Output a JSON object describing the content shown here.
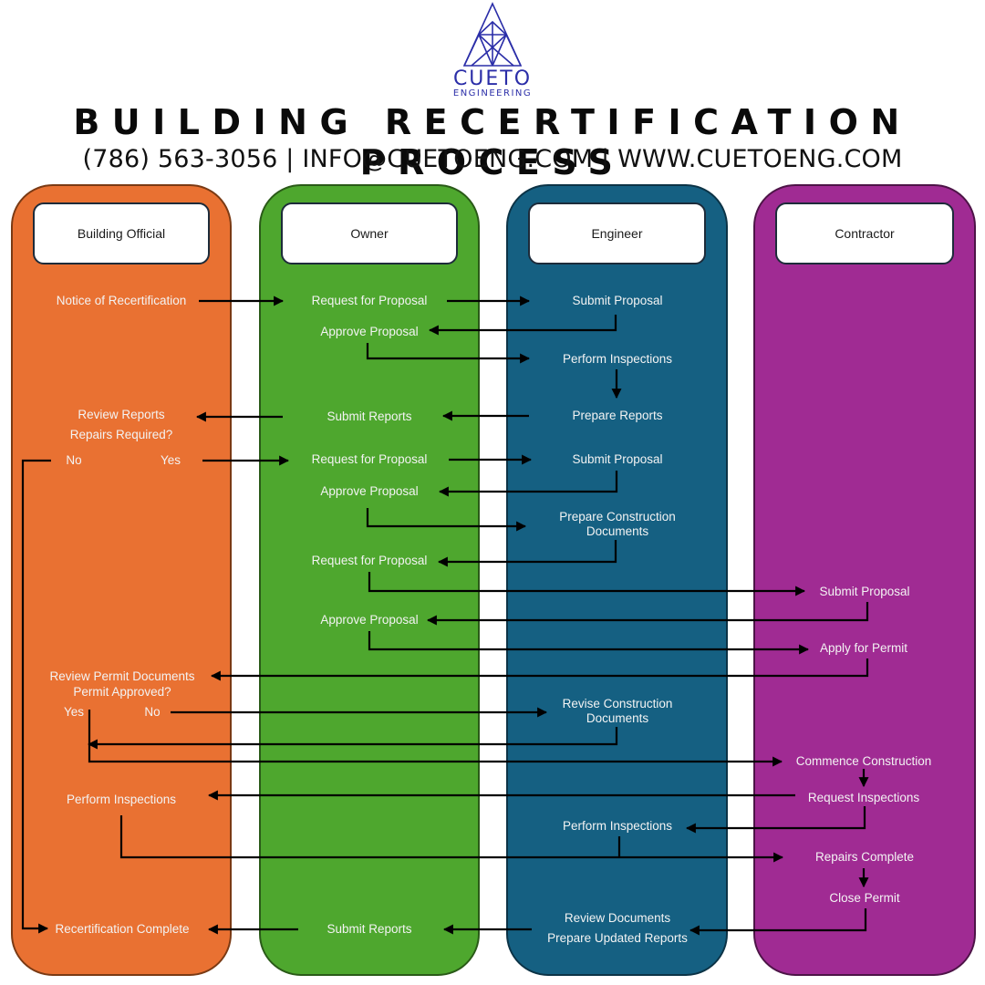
{
  "brand": {
    "logo_icon": "triangle-cube-icon",
    "name": "CUETO",
    "sub": "ENGINEERING",
    "color": "#2b2ea8"
  },
  "title": "BUILDING RECERTIFICATION PROCESS",
  "contact": "(786) 563-3056 | INFO@CUETOENG.COM | WWW.CUETOENG.COM",
  "lanes": [
    {
      "name": "Building Official",
      "color": "#e97132",
      "border": "#7a3a14"
    },
    {
      "name": "Owner",
      "color": "#4ea72e",
      "border": "#2a5a18"
    },
    {
      "name": "Engineer",
      "color": "#156082",
      "border": "#0c3346"
    },
    {
      "name": "Contractor",
      "color": "#a02b93",
      "border": "#4d1447"
    }
  ],
  "steps": {
    "official": {
      "notice": "Notice of Recertification",
      "review_reports": "Review Reports",
      "repairs_required": "Repairs Required?",
      "no1": "No",
      "yes1": "Yes",
      "review_permit": "Review Permit Documents",
      "permit_approved": "Permit Approved?",
      "yes2": "Yes",
      "no2": "No",
      "perform_inspections": "Perform Inspections",
      "recert_complete": "Recertification Complete"
    },
    "owner": {
      "rfp1": "Request for Proposal",
      "approve1": "Approve Proposal",
      "submit_reports1": "Submit Reports",
      "rfp2": "Request for Proposal",
      "approve2": "Approve Proposal",
      "rfp3": "Request for Proposal",
      "approve3": "Approve Proposal",
      "submit_reports2": "Submit Reports"
    },
    "engineer": {
      "submit_proposal1": "Submit Proposal",
      "perform_inspections1": "Perform Inspections",
      "prepare_reports": "Prepare Reports",
      "submit_proposal2": "Submit Proposal",
      "prepare_cd_1": "Prepare Construction",
      "prepare_cd_2": "Documents",
      "revise_cd_1": "Revise Construction",
      "revise_cd_2": "Documents",
      "perform_inspections2": "Perform Inspections",
      "review_documents": "Review Documents",
      "prepare_updated": "Prepare Updated Reports"
    },
    "contractor": {
      "submit_proposal": "Submit Proposal",
      "apply_permit": "Apply for Permit",
      "commence": "Commence Construction",
      "request_inspections": "Request Inspections",
      "repairs_complete": "Repairs Complete",
      "close_permit": "Close Permit"
    }
  }
}
